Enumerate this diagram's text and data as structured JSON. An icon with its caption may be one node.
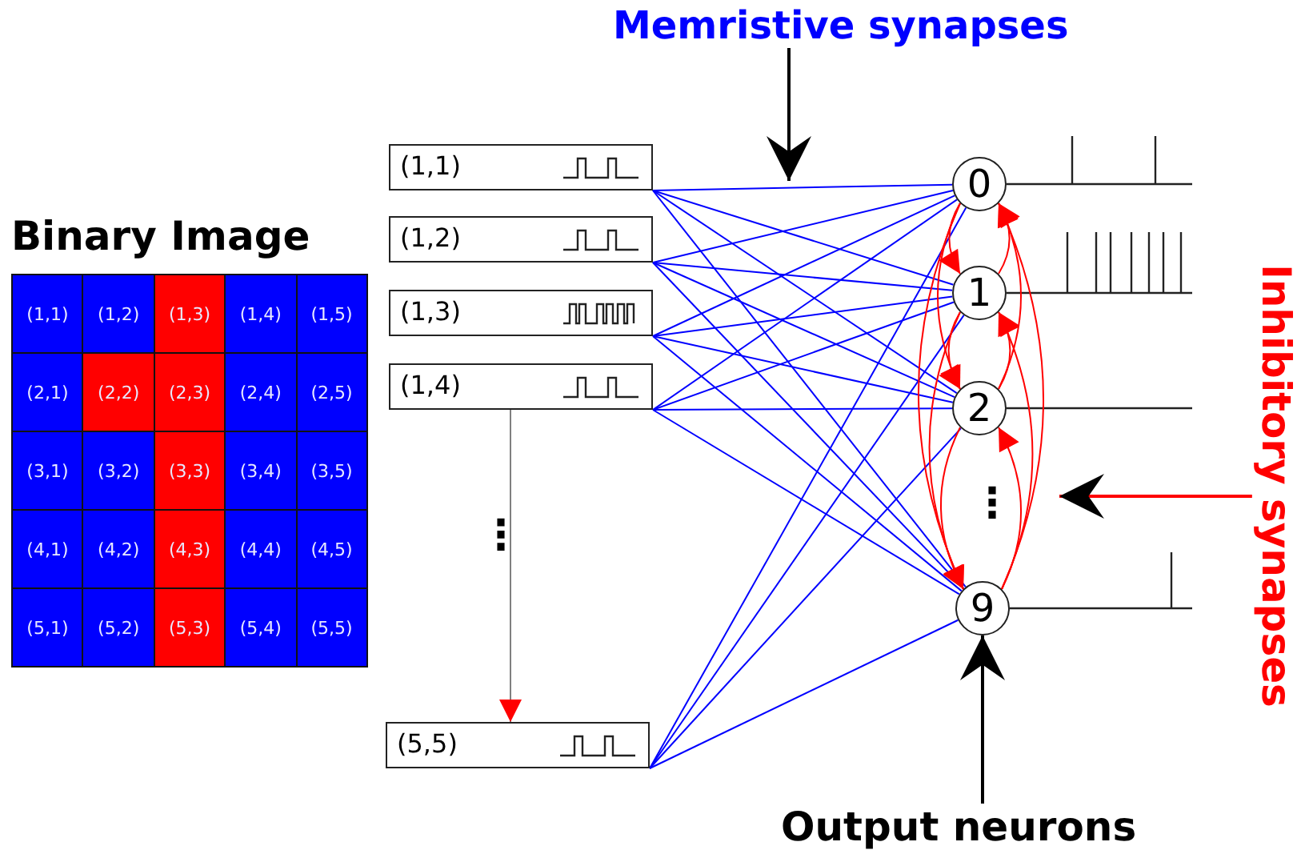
{
  "diagram": {
    "nodes": [
      {
        "text": [
          "Memristive synapses"
        ]
      },
      {
        "text": [
          "Binary Image"
        ]
      },
      {
        "text": [
          "(1,1)"
        ],
        "in": 1
      },
      {
        "text": [
          "(1,2)"
        ],
        "in": 1
      },
      {
        "text": [
          "(1,3)"
        ],
        "in": 1
      },
      {
        "text": [
          "(1,4)"
        ],
        "in": 1
      },
      {
        "text": [
          "(1,5)"
        ],
        "in": 1
      },
      {
        "text": [
          "(2,1)"
        ],
        "in": 1
      },
      {
        "text": [
          "(2,2)"
        ],
        "in": 1
      },
      {
        "text": [
          "(2,3)"
        ],
        "in": 1
      },
      {
        "text": [
          "(2,4)"
        ],
        "in": 1
      },
      {
        "text": [
          "(2,5)"
        ],
        "in": 1
      },
      {
        "text": [
          "(3,1)"
        ],
        "in": 1
      },
      {
        "text": [
          "(3,2)"
        ],
        "in": 1
      },
      {
        "text": [
          "(3,3)"
        ],
        "in": 1
      },
      {
        "text": [
          "(3,4)"
        ],
        "in": 1
      },
      {
        "text": [
          "(3,5)"
        ],
        "in": 1
      },
      {
        "text": [
          "(4,1)"
        ],
        "in": 1
      },
      {
        "text": [
          "(4,2)"
        ],
        "in": 1
      },
      {
        "text": [
          "(4,3)"
        ],
        "in": 1
      },
      {
        "text": [
          "(4,4)"
        ],
        "in": 1
      },
      {
        "text": [
          "(4,5)"
        ],
        "in": 1
      },
      {
        "text": [
          "(5,1)"
        ],
        "in": 1
      },
      {
        "text": [
          "(5,2)"
        ],
        "in": 1
      },
      {
        "text": [
          "(5,3)"
        ],
        "in": 1
      },
      {
        "text": [
          "(5,4)"
        ],
        "in": 1
      },
      {
        "text": [
          "(5,5)"
        ],
        "in": 1
      },
      {
        "text": [
          "(1,1)"
        ]
      },
      {
        "text": [
          "(1,2)"
        ]
      },
      {
        "text": [
          "(1,3)"
        ]
      },
      {
        "text": [
          "(1,4)"
        ]
      },
      {
        "text": [
          "(5,5)"
        ]
      },
      {
        "text": [
          "0"
        ]
      },
      {
        "text": [
          "1"
        ]
      },
      {
        "text": [
          "2"
        ]
      },
      {
        "text": [
          "9"
        ]
      },
      {
        "text": [
          "Inhibitory synapses"
        ]
      },
      {
        "text": [
          "Output neurons"
        ]
      }
    ],
    "edges": [
      {
        "from": 0,
        "to": null,
        "arrow": "to",
        "color": "#000000"
      },
      {
        "from": 27,
        "to": 32,
        "arrow": "none"
      },
      {
        "from": 27,
        "to": 33,
        "arrow": "none"
      },
      {
        "from": 27,
        "to": 34,
        "arrow": "none"
      },
      {
        "from": 27,
        "to": 35,
        "arrow": "none"
      },
      {
        "from": 28,
        "to": 32,
        "arrow": "none"
      },
      {
        "from": 28,
        "to": 33,
        "arrow": "none"
      },
      {
        "from": 28,
        "to": 34,
        "arrow": "none"
      },
      {
        "from": 28,
        "to": 35,
        "arrow": "none"
      },
      {
        "from": 29,
        "to": 32,
        "arrow": "none"
      },
      {
        "from": 29,
        "to": 33,
        "arrow": "none"
      },
      {
        "from": 29,
        "to": 34,
        "arrow": "none"
      },
      {
        "from": 29,
        "to": 35,
        "arrow": "none"
      },
      {
        "from": 30,
        "to": 32,
        "arrow": "none"
      },
      {
        "from": 30,
        "to": 33,
        "arrow": "none"
      },
      {
        "from": 30,
        "to": 34,
        "arrow": "none"
      },
      {
        "from": 30,
        "to": 35,
        "arrow": "none"
      },
      {
        "from": 31,
        "to": 32,
        "arrow": "none"
      },
      {
        "from": 31,
        "to": 33,
        "arrow": "none"
      },
      {
        "from": 31,
        "to": 34,
        "arrow": "none"
      },
      {
        "from": 31,
        "to": 35,
        "arrow": "none"
      },
      {
        "from": 32,
        "to": 33,
        "arrow": "to",
        "color": "#ff0000"
      },
      {
        "from": 33,
        "to": 32,
        "arrow": "to",
        "color": "#ff0000"
      },
      {
        "from": 32,
        "to": 34,
        "arrow": "to",
        "color": "#ff0000"
      },
      {
        "from": 34,
        "to": 32,
        "arrow": "to",
        "color": "#ff0000"
      },
      {
        "from": 32,
        "to": 35,
        "arrow": "to",
        "color": "#ff0000"
      },
      {
        "from": 35,
        "to": 32,
        "arrow": "to",
        "color": "#ff0000"
      },
      {
        "from": 33,
        "to": 34,
        "arrow": "to",
        "color": "#ff0000"
      },
      {
        "from": 34,
        "to": 33,
        "arrow": "to",
        "color": "#ff0000"
      },
      {
        "from": 33,
        "to": 35,
        "arrow": "to",
        "color": "#ff0000"
      },
      {
        "from": 35,
        "to": 33,
        "arrow": "to",
        "color": "#ff0000"
      },
      {
        "from": 34,
        "to": 35,
        "arrow": "to",
        "color": "#ff0000"
      },
      {
        "from": 35,
        "to": 34,
        "arrow": "to",
        "color": "#ff0000"
      },
      {
        "from": 36,
        "to": null,
        "arrow": "to",
        "color": "#ff0000"
      },
      {
        "from": 37,
        "to": 35,
        "arrow": "to",
        "color": "#000000"
      },
      {
        "from": 30,
        "to": 31,
        "arrow": "to",
        "color": "#808080"
      }
    ],
    "labels": [
      "⋮",
      "⋮"
    ]
  }
}
